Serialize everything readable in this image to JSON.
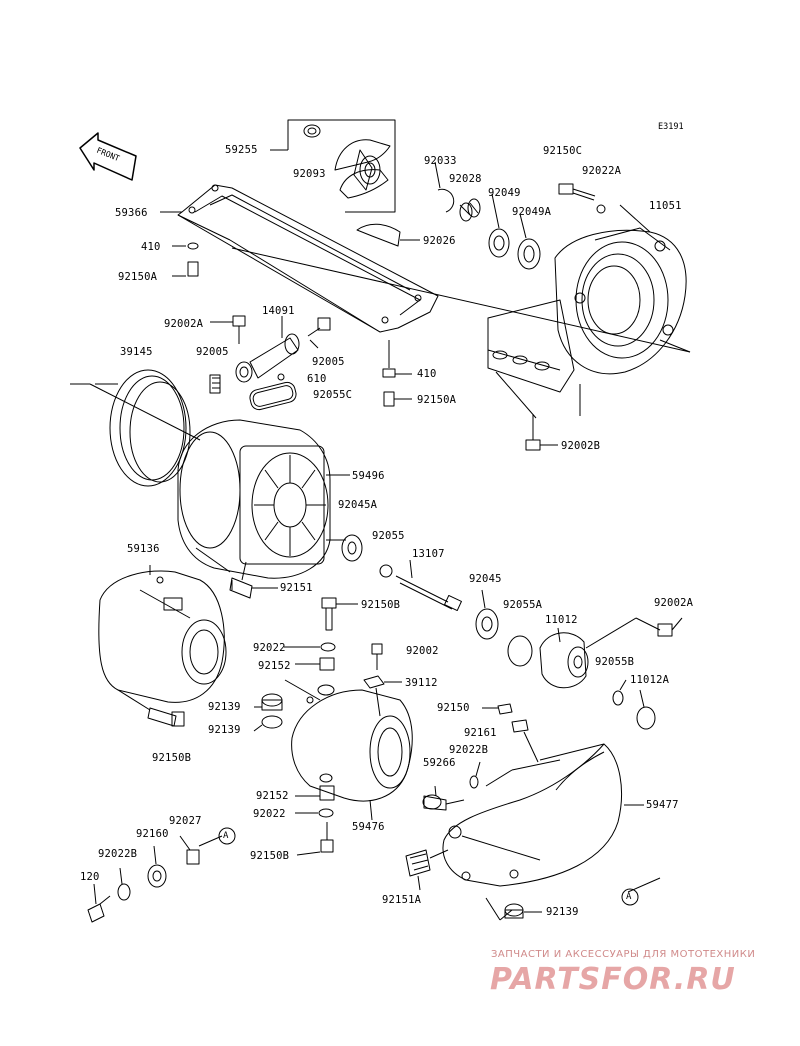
{
  "diagram_code": "E3191",
  "front_label": "FRONT",
  "watermark": {
    "subtitle": "ЗАПЧАСТИ И АКСЕССУАРЫ ДЛЯ МОТОТЕХНИКИ",
    "brand": "PARTSFOR.RU"
  },
  "reference_marker": "A",
  "labels": {
    "l59255": "59255",
    "l92093": "92093",
    "l92033": "92033",
    "l92028": "92028",
    "l92049": "92049",
    "l92049A": "92049A",
    "l92150C": "92150C",
    "l92022A": "92022A",
    "l11051": "11051",
    "l59366": "59366",
    "l410a": "410",
    "l92150Aa": "92150A",
    "l92026": "92026",
    "l92002A_top": "92002A",
    "l14091": "14091",
    "l39145": "39145",
    "l92005a": "92005",
    "l92005b": "92005",
    "l610": "610",
    "l92055C": "92055C",
    "l410b": "410",
    "l92150Ab": "92150A",
    "l92002B": "92002B",
    "l59496": "59496",
    "l92045A": "92045A",
    "l92055": "92055",
    "l13107": "13107",
    "l59136": "59136",
    "l92151": "92151",
    "l92045": "92045",
    "l92150Ba": "92150B",
    "l92055A": "92055A",
    "l11012": "11012",
    "l92002A_right": "92002A",
    "l92022a": "92022",
    "l92002": "92002",
    "l92152a": "92152",
    "l39112": "39112",
    "l92055B": "92055B",
    "l11012A": "11012A",
    "l92139a": "92139",
    "l92139b": "92139",
    "l92150": "92150",
    "l92161": "92161",
    "l92022B_mid": "92022B",
    "l92150Bb": "92150B",
    "l59266": "59266",
    "l59477": "59477",
    "l92152b": "92152",
    "l92022b": "92022",
    "l59476": "59476",
    "l92027": "92027",
    "l92160": "92160",
    "l92022B_bot": "92022B",
    "l92150Bc": "92150B",
    "l120": "120",
    "l92151A": "92151A",
    "l92139c": "92139"
  }
}
